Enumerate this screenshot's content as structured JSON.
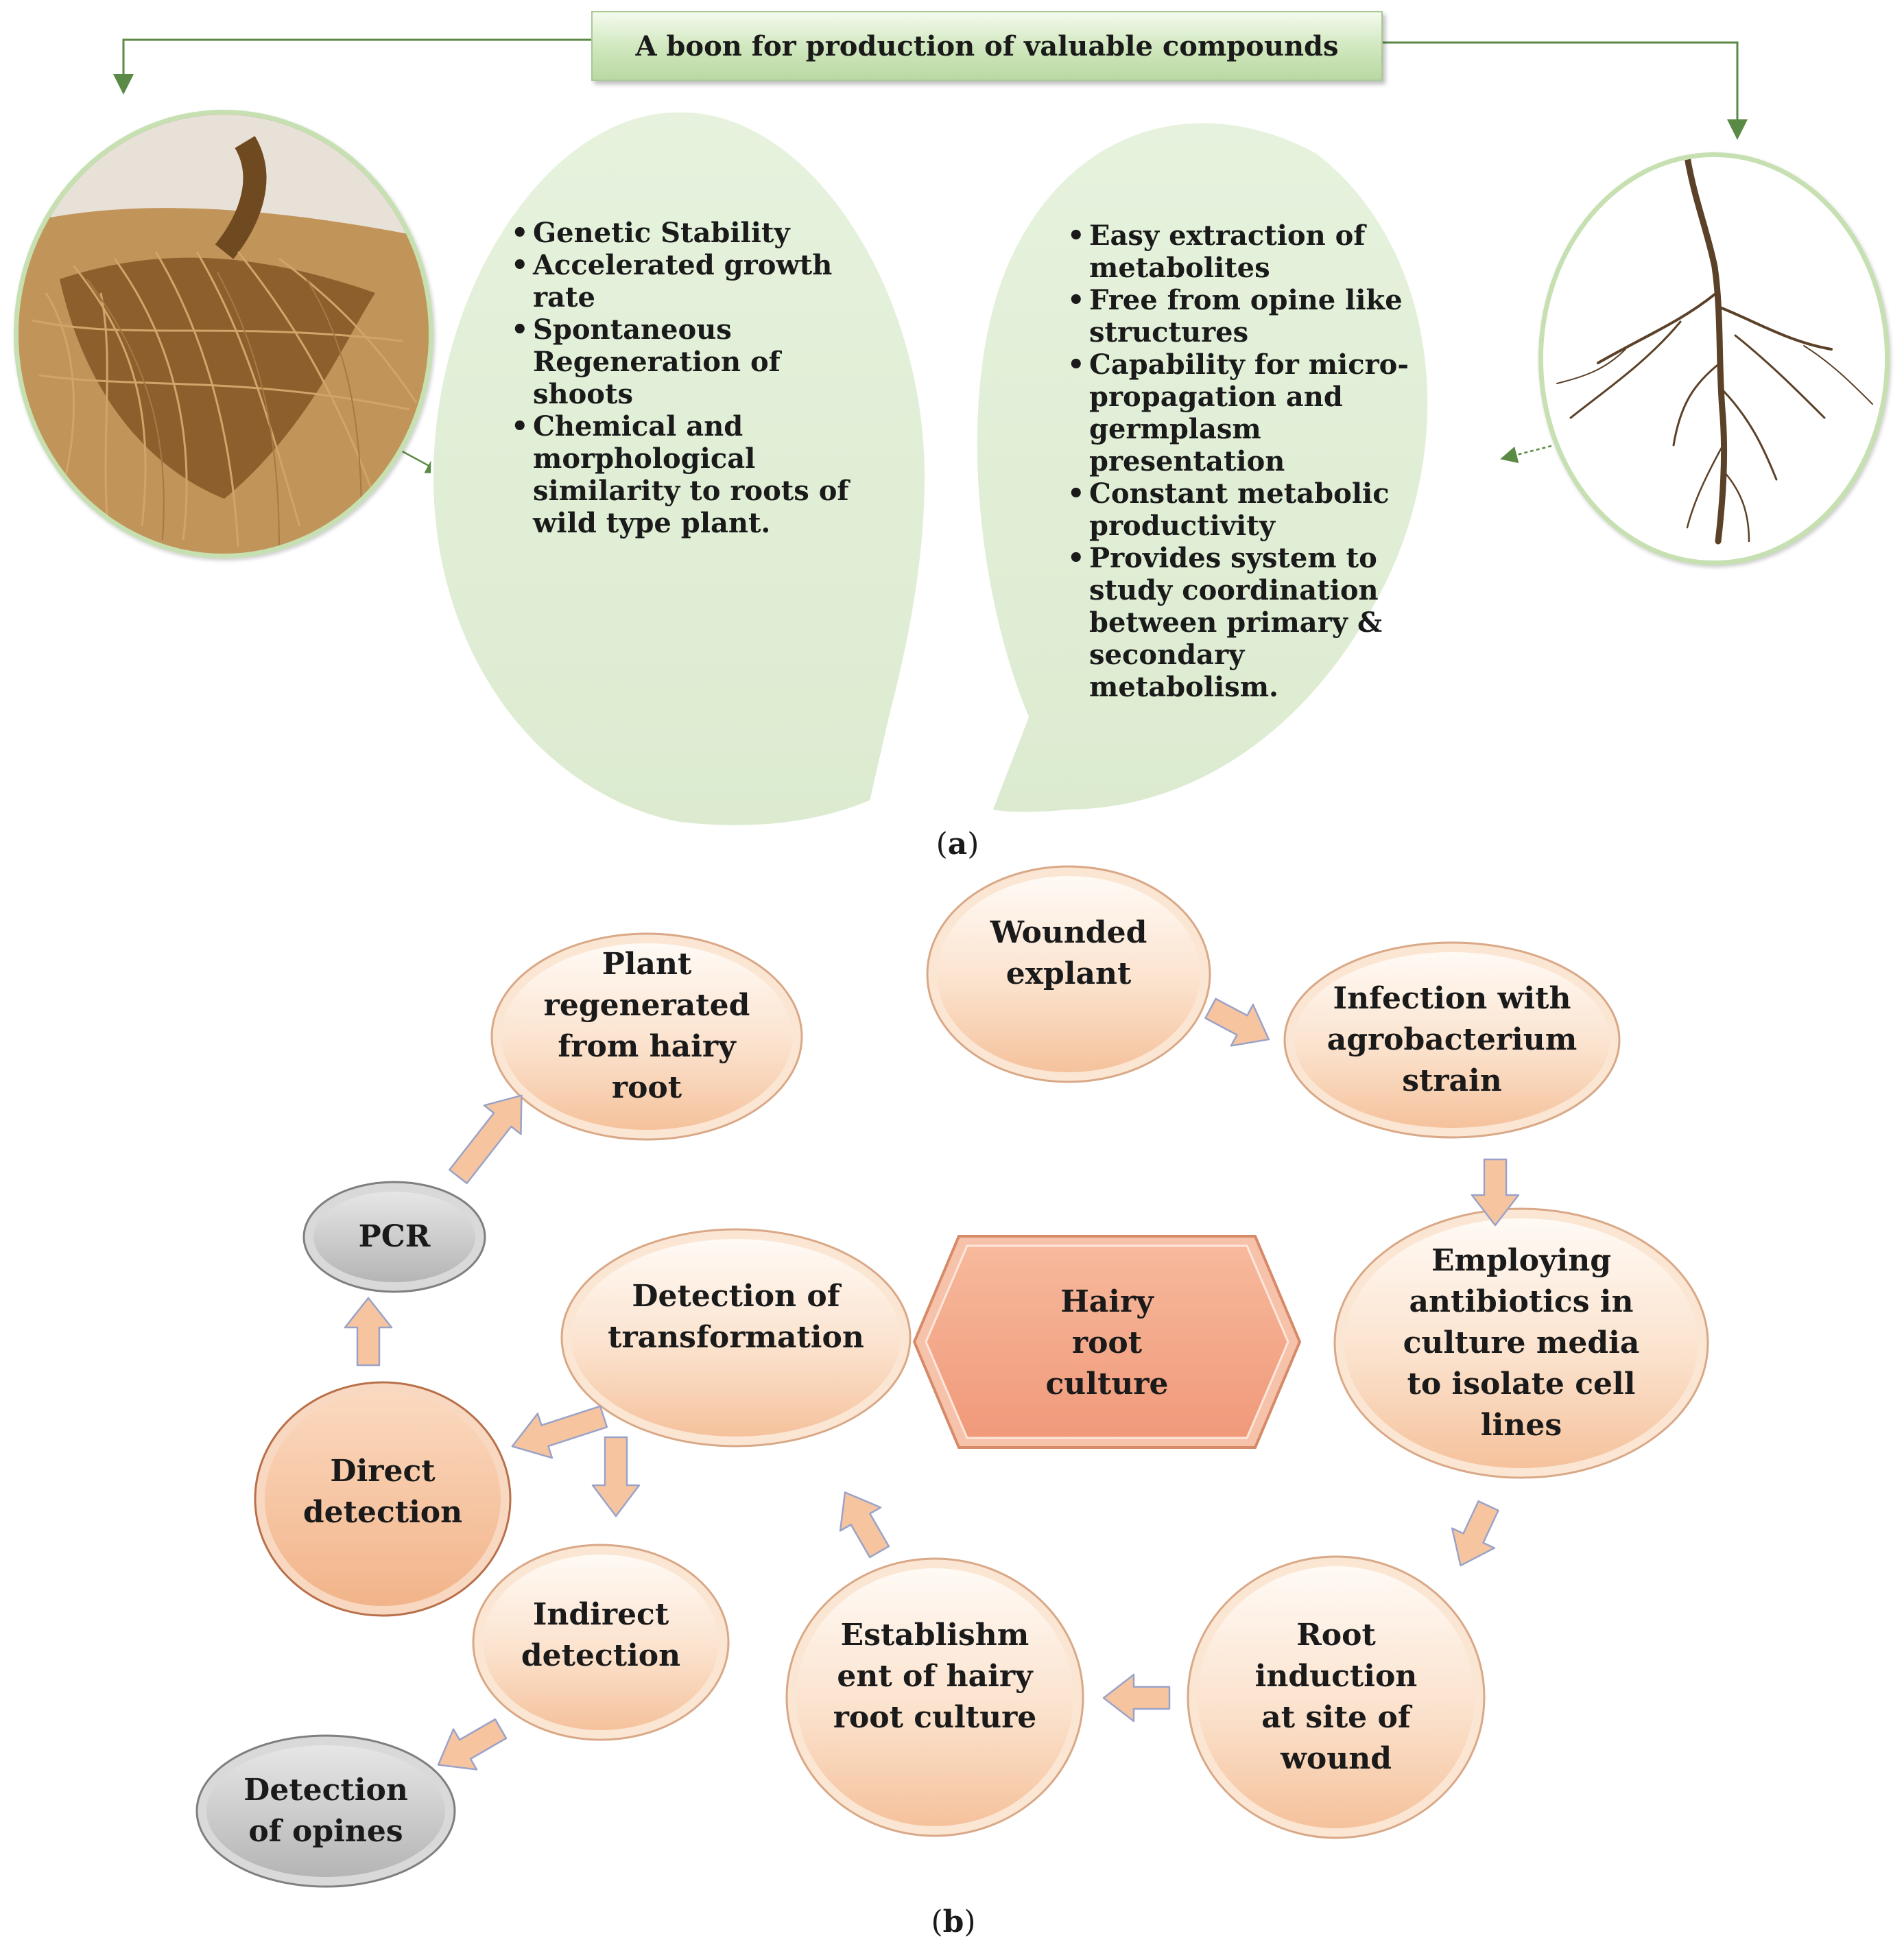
{
  "part_a": {
    "banner_title": "A boon for production of valuable compounds",
    "left_bubble": [
      "Genetic Stability",
      "Accelerated growth rate",
      "Spontaneous Regeneration of shoots",
      "Chemical and morphological similarity to roots of wild type plant."
    ],
    "right_bubble": [
      "Easy extraction of metabolites",
      "Free from opine like structures",
      "Capability for micro-propagation and germplasm presentation",
      "Constant metabolic productivity",
      "Provides system to study coordination between primary & secondary metabolism."
    ],
    "label": {
      "open": "(",
      "letter": "a",
      "close": ")"
    }
  },
  "part_b": {
    "nodes": {
      "wounded_explant": "Wounded explant",
      "infection": "Infection with agrobacterium strain",
      "antibiotics": "Employing antibiotics in culture media to isolate cell lines",
      "root_induction": "Root induction at site of wound",
      "establishment": "Establishment of hairy root culture",
      "detection_transformation": "Detection of transformation",
      "hairy_root_culture": "Hairy root culture",
      "direct_detection": "Direct detection",
      "indirect_detection": "Indirect detection",
      "detection_opines": "Detection of opines",
      "pcr": "PCR",
      "plant_regenerated": "Plant regenerated from hairy root"
    },
    "label": {
      "open": "(",
      "letter": "b",
      "close": ")"
    }
  },
  "colors": {
    "green_fill": "#e2f0d9",
    "green_border": "#c6e0b2",
    "connector_green": "#5a8a45",
    "peach_light": "#fdf3ea",
    "peach_dark": "#f6c9a6",
    "arrow_fill": "#f7c4a0",
    "arrow_stroke": "#9aa3c7",
    "hexagon_fill": "#f4a988",
    "gray_fill": "#c9c9c9"
  }
}
